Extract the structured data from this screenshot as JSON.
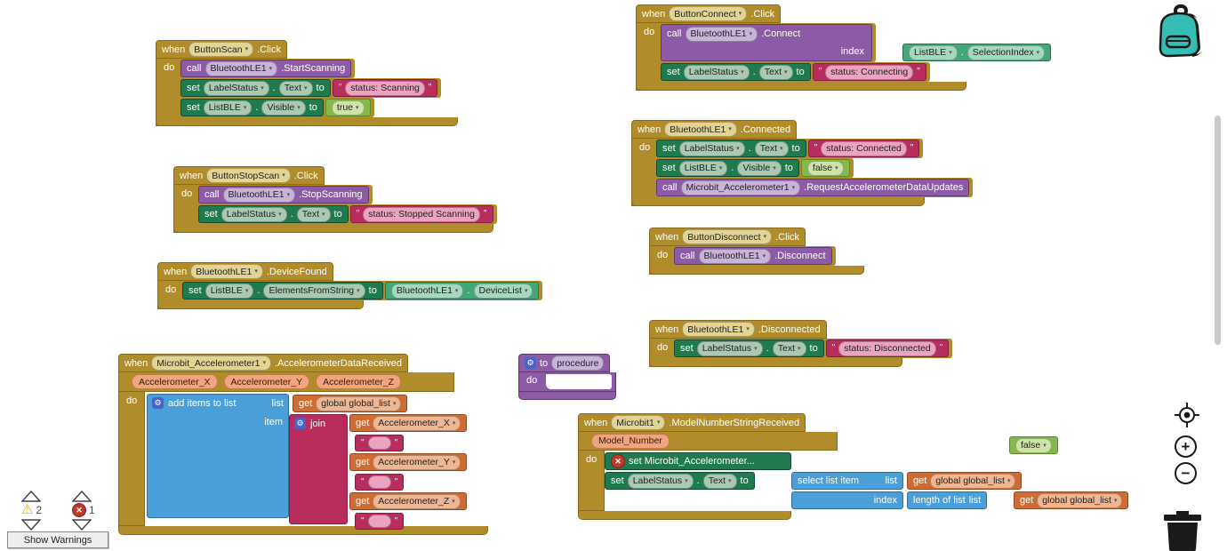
{
  "kw": {
    "when": "when",
    "do": "do",
    "call": "call",
    "set": "set",
    "to": "to",
    "get": "get",
    "item": "item",
    "list": "list",
    "index": "index",
    "join": "join",
    "dot": "."
  },
  "icons": {
    "gear": "⚙",
    "error": "✕",
    "dropdown": "▾",
    "quote": "\"",
    "zoom_in": "+",
    "zoom_out": "−"
  },
  "blocks": {
    "scan": {
      "component": "ButtonScan",
      "event": ".Click",
      "call_component": "BluetoothLE1",
      "call_method": ".StartScanning",
      "set_status_owner": "LabelStatus",
      "set_status_prop": "Text",
      "status_value": "status: Scanning",
      "set_list_owner": "ListBLE",
      "set_list_prop": "Visible",
      "visible_value": "true"
    },
    "stop_scan": {
      "component": "ButtonStopScan",
      "event": ".Click",
      "call_component": "BluetoothLE1",
      "call_method": ".StopScanning",
      "set_owner": "LabelStatus",
      "set_prop": "Text",
      "status_value": "status: Stopped Scanning"
    },
    "device_found": {
      "component": "BluetoothLE1",
      "event": ".DeviceFound",
      "set_owner": "ListBLE",
      "set_prop": "ElementsFromString",
      "value_owner": "BluetoothLE1",
      "value_prop": "DeviceList"
    },
    "accel_data": {
      "component": "Microbit_Accelerometer1",
      "event": ".AccelerometerDataReceived",
      "params": [
        "Accelerometer_X",
        "Accelerometer_Y",
        "Accelerometer_Z"
      ],
      "add_items_label": "add items to list",
      "list_var": "global global_list",
      "join_label": "join",
      "arg_x": "Accelerometer_X",
      "arg_y": "Accelerometer_Y",
      "arg_z": "Accelerometer_Z"
    },
    "connect": {
      "component": "ButtonConnect",
      "event": ".Click",
      "call_component": "BluetoothLE1",
      "call_method": ".Connect",
      "index_owner": "ListBLE",
      "index_prop": "SelectionIndex",
      "set_owner": "LabelStatus",
      "set_prop": "Text",
      "status_value": "status: Connecting"
    },
    "connected": {
      "component": "BluetoothLE1",
      "event": ".Connected",
      "set_status_owner": "LabelStatus",
      "set_status_prop": "Text",
      "status_value": "status: Connected",
      "set_list_owner": "ListBLE",
      "set_list_prop": "Visible",
      "visible_value": "false",
      "call_component": "Microbit_Accelerometer1",
      "call_method": ".RequestAccelerometerDataUpdates"
    },
    "disconnect": {
      "component": "ButtonDisconnect",
      "event": ".Click",
      "call_component": "BluetoothLE1",
      "call_method": ".Disconnect"
    },
    "disconnected": {
      "component": "BluetoothLE1",
      "event": ".Disconnected",
      "set_owner": "LabelStatus",
      "set_prop": "Text",
      "status_value": "status: Disconnected"
    },
    "procedure": {
      "to_label": "to",
      "name": "procedure"
    },
    "model_number": {
      "component": "Microbit1",
      "event": ".ModelNumberStringReceived",
      "param": "Model_Number",
      "collapsed_set": "set  Microbit_Accelerometer...",
      "set_owner": "LabelStatus",
      "set_prop": "Text",
      "select_label": "select list item",
      "length_label": "length of list",
      "list_var": "global global_list"
    },
    "floating_false": {
      "value": "false"
    }
  },
  "statusbar": {
    "warning_count": "2",
    "error_count": "1",
    "show_warnings": "Show Warnings"
  }
}
